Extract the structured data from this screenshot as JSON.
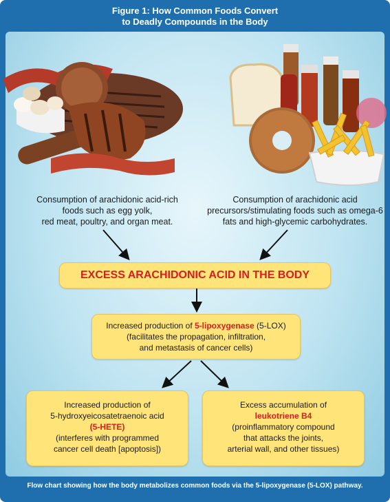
{
  "title": {
    "line1": "Figure 1: How Common Foods Convert",
    "line2": "to Deadly Compounds in the Body"
  },
  "left_food": {
    "line1": "Consumption of arachidonic acid-rich",
    "line2": "foods such as egg yolk,",
    "line3": "red meat, poultry, and organ meat."
  },
  "right_food": {
    "line1": "Consumption of arachidonic acid",
    "line2": "precursors/stimulating foods such as omega-6",
    "line3": "fats and high-glycemic carbohydrates."
  },
  "main_box": "EXCESS ARACHIDONIC ACID IN THE BODY",
  "lox_box": {
    "prefix": "Increased production of ",
    "highlight": "5-lipoxygenase",
    "suffix": " (5-LOX)",
    "line2": "(facilitates the propagation, infiltration,",
    "line3": "and metastasis of cancer cells)"
  },
  "hete_box": {
    "line1": "Increased production of",
    "line2": "5-hydroxyeicosatetraenoic acid",
    "open": "(",
    "highlight": "5-HETE",
    "close": ")",
    "line4": "(interferes with programmed",
    "line5": "cancer cell death [apoptosis])"
  },
  "ltb_box": {
    "line1": "Excess accumulation of",
    "highlight": "leukotriene B4",
    "line3": "(proinflammatory compound",
    "line4": "that attacks the joints,",
    "line5": "arterial wall, and other tissues)"
  },
  "caption": "Flow chart showing how the body metabolizes common foods via the 5-lipoxygenase (5-LOX) pathway.",
  "colors": {
    "frame": "#1f6fae",
    "box_fill": "#ffe47a",
    "highlight": "#d81e1e"
  }
}
